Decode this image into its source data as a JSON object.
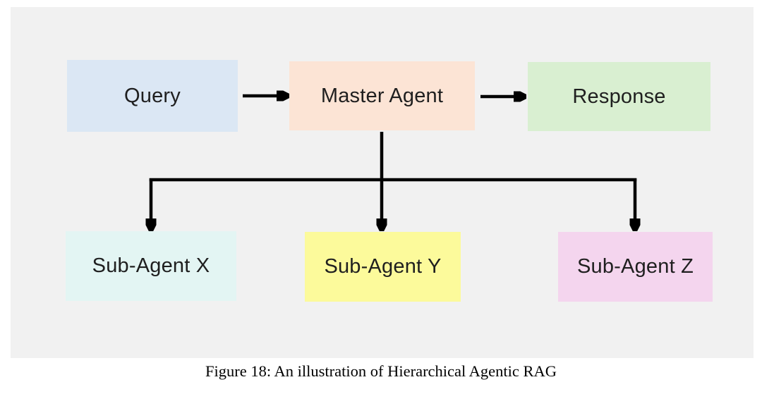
{
  "figure": {
    "caption": "Figure 18: An illustration of Hierarchical Agentic RAG"
  },
  "diagram": {
    "type": "flowchart",
    "nodes": {
      "query": {
        "label": "Query",
        "color": "#dbe7f4"
      },
      "master": {
        "label": "Master Agent",
        "color": "#fce4d5"
      },
      "response": {
        "label": "Response",
        "color": "#d9efd1"
      },
      "subx": {
        "label": "Sub-Agent X",
        "color": "#e3f5f3"
      },
      "suby": {
        "label": "Sub-Agent Y",
        "color": "#fcfa9b"
      },
      "subz": {
        "label": "Sub-Agent Z",
        "color": "#f4d5ee"
      }
    },
    "edges": [
      {
        "from": "Query",
        "to": "Master Agent"
      },
      {
        "from": "Master Agent",
        "to": "Response"
      },
      {
        "from": "Master Agent",
        "to": "Sub-Agent X"
      },
      {
        "from": "Master Agent",
        "to": "Sub-Agent Y"
      },
      {
        "from": "Master Agent",
        "to": "Sub-Agent Z"
      }
    ],
    "colors": {
      "panel_background": "#f1f1f1",
      "page_background": "#ffffff",
      "arrow": "#000000",
      "node_text": "#1f1f1f"
    }
  }
}
